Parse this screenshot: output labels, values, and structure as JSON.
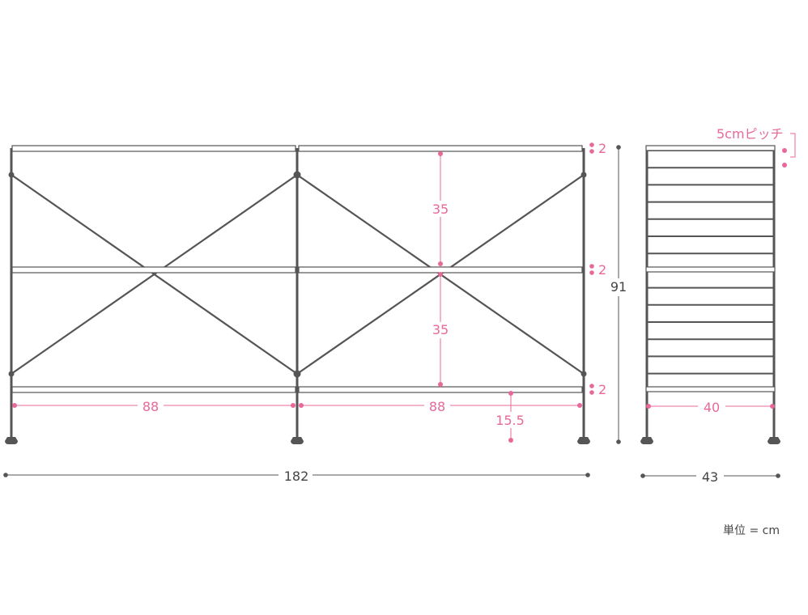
{
  "front": {
    "bay_width_left": "88",
    "bay_width_right": "88",
    "section_upper": "35",
    "section_lower": "35",
    "shelf_top": "2",
    "shelf_mid": "2",
    "shelf_bottom": "2",
    "foot_clearance": "15.5",
    "total_width": "182",
    "total_height": "91"
  },
  "side": {
    "pitch_note": "5cmピッチ",
    "inner_depth": "40",
    "total_depth": "43"
  },
  "unit_note": "単位 = cm",
  "colors": {
    "accent": "#e8689a",
    "line": "#555555"
  }
}
